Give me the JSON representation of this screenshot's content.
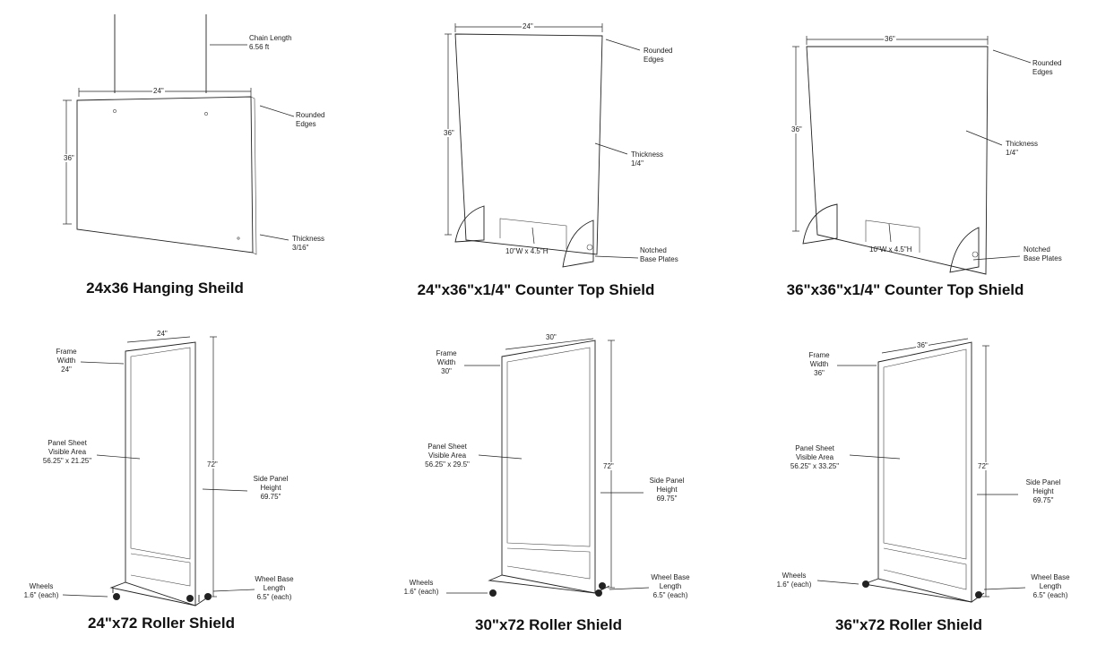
{
  "figures": [
    {
      "caption": "24x36 Hanging Sheild",
      "labels": {
        "chain": [
          "Chain Length",
          "6.56 ft"
        ],
        "width": "24\"",
        "height": "36\"",
        "edges": [
          "Rounded",
          "Edges"
        ],
        "thickness": [
          "Thickness",
          "3/16\""
        ]
      }
    },
    {
      "caption": "24\"x36\"x1/4\" Counter Top Shield",
      "labels": {
        "width": "24\"",
        "height": "36\"",
        "edges": [
          "Rounded",
          "Edges"
        ],
        "thickness": [
          "Thickness",
          "1/4\""
        ],
        "notch": "10\"W x 4.5\"H",
        "base": [
          "Notched",
          "Base Plates"
        ]
      }
    },
    {
      "caption": "36\"x36\"x1/4\" Counter Top Shield",
      "labels": {
        "width": "36\"",
        "height": "36\"",
        "edges": [
          "Rounded",
          "Edges"
        ],
        "thickness": [
          "Thickness",
          "1/4\""
        ],
        "notch": "10\"W x 4.5\"H",
        "base": [
          "Notched",
          "Base Plates"
        ]
      }
    },
    {
      "caption": "24\"x72 Roller Shield",
      "labels": {
        "width": "24\"",
        "height": "72\"",
        "frame": [
          "Frame",
          "Width",
          "24\""
        ],
        "sheet": [
          "Panel Sheet",
          "Visible Area",
          "56.25\" x 21.25\""
        ],
        "side": [
          "Side Panel",
          "Height",
          "69.75\""
        ],
        "wheels": [
          "Wheels",
          "1.6\" (each)"
        ],
        "wheelbase": [
          "Wheel Base",
          "Length",
          "6.5\" (each)"
        ]
      }
    },
    {
      "caption": "30\"x72 Roller Shield",
      "labels": {
        "width": "30\"",
        "height": "72\"",
        "frame": [
          "Frame",
          "Width",
          "30\""
        ],
        "sheet": [
          "Panel Sheet",
          "Visible Area",
          "56.25\" x 29.5\""
        ],
        "side": [
          "Side Panel",
          "Height",
          "69.75\""
        ],
        "wheels": [
          "Wheels",
          "1.6\" (each)"
        ],
        "wheelbase": [
          "Wheel Base",
          "Length",
          "6.5\" (each)"
        ]
      }
    },
    {
      "caption": "36\"x72 Roller Shield",
      "labels": {
        "width": "36\"",
        "height": "72\"",
        "frame": [
          "Frame",
          "Width",
          "36\""
        ],
        "sheet": [
          "Panel Sheet",
          "Visible Area",
          "56.25\" x 33.25\""
        ],
        "side": [
          "Side Panel",
          "Height",
          "69.75\""
        ],
        "wheels": [
          "Wheels",
          "1.6\" (each)"
        ],
        "wheelbase": [
          "Wheel Base",
          "Length",
          "6.5\" (each)"
        ]
      }
    }
  ]
}
